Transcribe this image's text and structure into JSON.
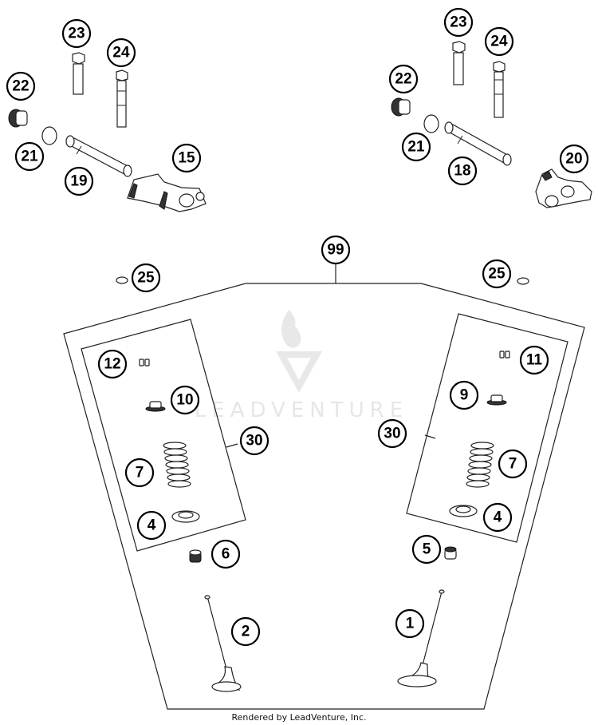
{
  "diagram": {
    "watermark": "LEADVENTURE",
    "footer": "Rendered by LeadVenture, Inc.",
    "callouts": {
      "c23_left": "23",
      "c24_left": "24",
      "c22_left": "22",
      "c21_left": "21",
      "c19": "19",
      "c15": "15",
      "c23_right": "23",
      "c24_right": "24",
      "c22_right": "22",
      "c21_right": "21",
      "c18": "18",
      "c20": "20",
      "c99": "99",
      "c25_left": "25",
      "c25_right": "25",
      "c12": "12",
      "c10": "10",
      "c30_left": "30",
      "c7_left": "7",
      "c4_left": "4",
      "c6": "6",
      "c2": "2",
      "c11": "11",
      "c9": "9",
      "c30_right": "30",
      "c7_right": "7",
      "c4_right": "4",
      "c5": "5",
      "c1": "1"
    },
    "parts": [
      {
        "ref": "1",
        "name": "valve"
      },
      {
        "ref": "2",
        "name": "valve"
      },
      {
        "ref": "4",
        "name": "spring seat"
      },
      {
        "ref": "5",
        "name": "valve stem seal"
      },
      {
        "ref": "6",
        "name": "valve stem seal"
      },
      {
        "ref": "7",
        "name": "valve spring"
      },
      {
        "ref": "9",
        "name": "spring retainer"
      },
      {
        "ref": "10",
        "name": "spring retainer"
      },
      {
        "ref": "11",
        "name": "valve keepers"
      },
      {
        "ref": "12",
        "name": "valve keepers"
      },
      {
        "ref": "15",
        "name": "rocker arm"
      },
      {
        "ref": "18",
        "name": "rocker shaft"
      },
      {
        "ref": "19",
        "name": "rocker shaft"
      },
      {
        "ref": "20",
        "name": "rocker arm"
      },
      {
        "ref": "21",
        "name": "o-ring"
      },
      {
        "ref": "22",
        "name": "plug screw"
      },
      {
        "ref": "23",
        "name": "bolt"
      },
      {
        "ref": "24",
        "name": "bolt"
      },
      {
        "ref": "25",
        "name": "shim"
      },
      {
        "ref": "30",
        "name": "valve spring kit"
      },
      {
        "ref": "99",
        "name": "valve set"
      }
    ]
  }
}
